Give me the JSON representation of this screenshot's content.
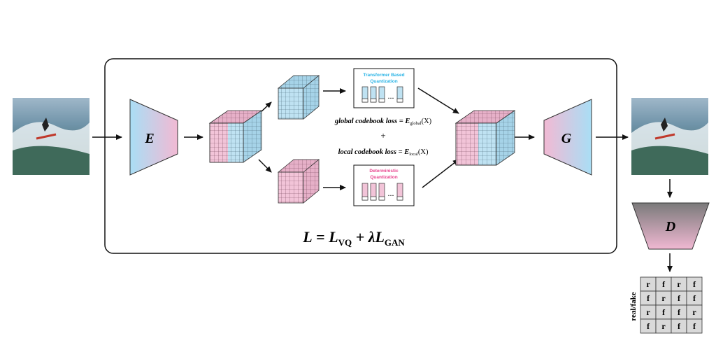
{
  "encoder": {
    "label": "E"
  },
  "generator": {
    "label": "G"
  },
  "discriminator": {
    "label": "D"
  },
  "global_branch": {
    "title_line1": "Transformer Based",
    "title_line2": "Quantization",
    "ellipsis": "...",
    "color": "#2ab4e6"
  },
  "local_branch": {
    "title_line1": "Deterministic",
    "title_line2": "Quantization",
    "ellipsis": "...",
    "color": "#e8418c"
  },
  "losses": {
    "global_text": "global codebook loss = E",
    "global_sub": "global",
    "global_arg": "(X)",
    "plus": "+",
    "local_text": "local codebook loss = E",
    "local_sub": "local",
    "local_arg": "(X)"
  },
  "objective": {
    "L": "L",
    "eq": " = ",
    "Lvq": "L",
    "vq_sub": "VQ",
    "plus_lambda": " + λL",
    "gan_sub": "GAN"
  },
  "output_grid": {
    "axis_label": "real/fake",
    "cells": [
      [
        "r",
        "f",
        "r",
        "f"
      ],
      [
        "f",
        "r",
        "f",
        "f"
      ],
      [
        "r",
        "f",
        "f",
        "r"
      ],
      [
        "f",
        "r",
        "f",
        "f"
      ]
    ]
  },
  "colors": {
    "blue": "#bfe2f2",
    "pink": "#f2c4d8",
    "gray_trap": "#8a8a8a"
  }
}
